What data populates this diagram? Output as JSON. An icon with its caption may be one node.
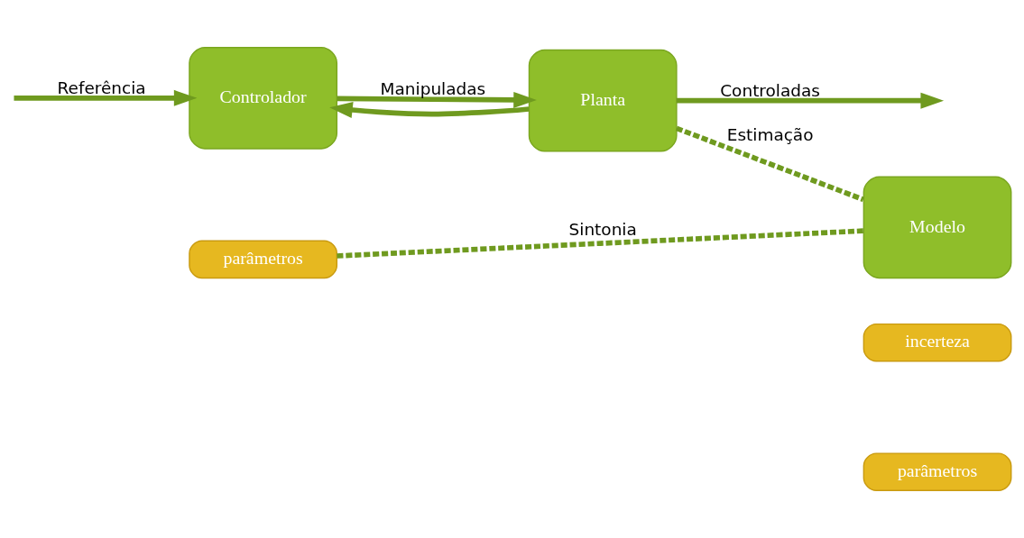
{
  "diagram": {
    "nodes": [
      {
        "text": [
          "Controlador"
        ]
      },
      {
        "text": [
          "parâmetros"
        ]
      },
      {
        "text": [
          "Planta"
        ]
      },
      {
        "text": [
          "Modelo"
        ]
      },
      {
        "text": [
          "parâmetros"
        ]
      },
      {
        "text": [
          "incerteza"
        ]
      }
    ],
    "edges": [
      {
        "from": null,
        "to": 0,
        "arrow": "to",
        "label": "Referência"
      },
      {
        "from": 0,
        "to": 2,
        "arrow": "to",
        "label": "Manipuladas"
      },
      {
        "from": 2,
        "to": null,
        "arrow": "to",
        "label": "Controladas"
      },
      {
        "from": 2,
        "to": 0,
        "arrow": "to"
      },
      {
        "from": 1,
        "to": 3,
        "arrow": "none",
        "label": "Sintonia",
        "style": "dashed"
      },
      {
        "from": 2,
        "to": 3,
        "arrow": "none",
        "label": "Estimação",
        "style": "dashed"
      }
    ]
  }
}
